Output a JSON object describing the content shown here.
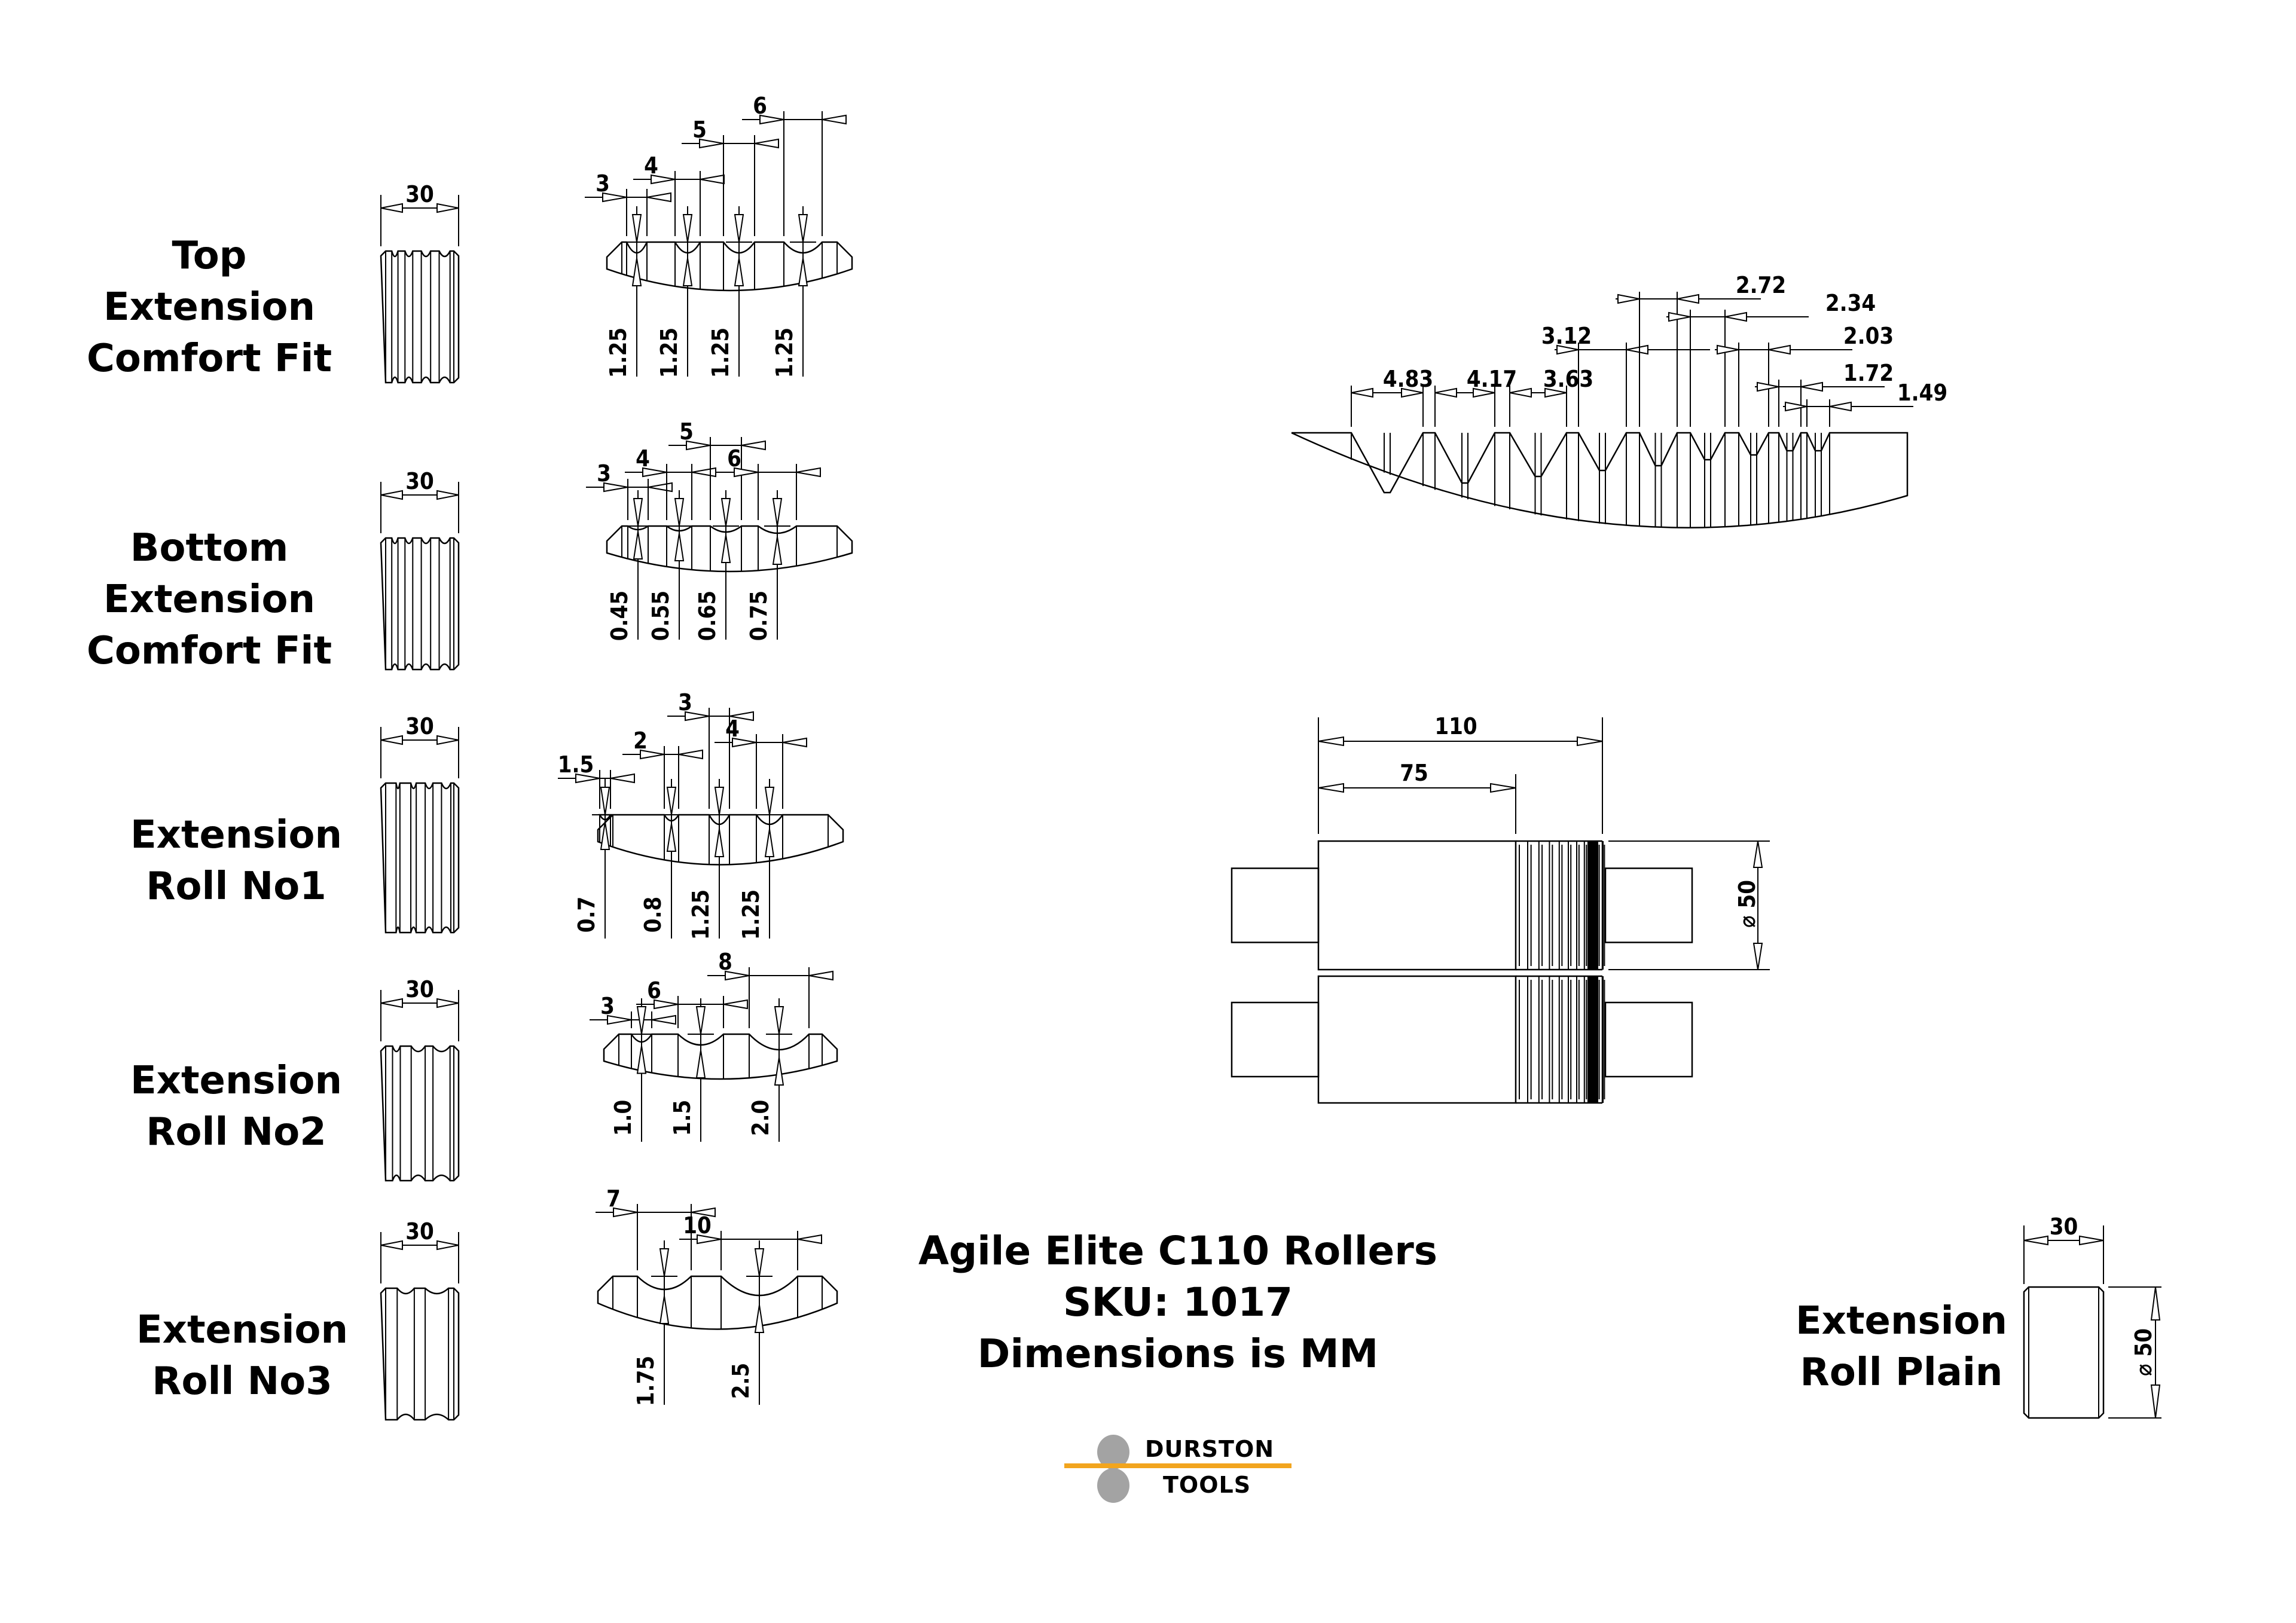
{
  "drawing": {
    "title_lines": [
      "Agile Elite C110 Rollers",
      "SKU: 1017",
      "Dimensions is MM"
    ],
    "logo": {
      "top_text": "DURSTON",
      "bottom_text": "TOOLS",
      "accent_color": "#f2a51e",
      "circle_color": "#a3a3a3"
    },
    "units": "mm"
  },
  "rolls": [
    {
      "id": "top-extension-comfort-fit",
      "label_lines": [
        "Top",
        "Extension",
        "Comfort Fit"
      ],
      "width_dim": "30",
      "groove_widths": [
        "3",
        "4",
        "5",
        "6"
      ],
      "groove_depths": [
        "1.25",
        "1.25",
        "1.25",
        "1.25"
      ]
    },
    {
      "id": "bottom-extension-comfort-fit",
      "label_lines": [
        "Bottom",
        "Extension",
        "Comfort Fit"
      ],
      "width_dim": "30",
      "groove_widths": [
        "3",
        "4",
        "5",
        "6"
      ],
      "groove_depths": [
        "0.45",
        "0.55",
        "0.65",
        "0.75"
      ]
    },
    {
      "id": "extension-roll-no1",
      "label_lines": [
        "Extension",
        "Roll No1"
      ],
      "width_dim": "30",
      "groove_widths": [
        "1.5",
        "2",
        "3",
        "4"
      ],
      "groove_depths": [
        "0.7",
        "0.8",
        "1.25",
        "1.25"
      ]
    },
    {
      "id": "extension-roll-no2",
      "label_lines": [
        "Extension",
        "Roll No2"
      ],
      "width_dim": "30",
      "groove_widths": [
        "3",
        "6",
        "8"
      ],
      "groove_depths": [
        "1.0",
        "1.5",
        "2.0"
      ]
    },
    {
      "id": "extension-roll-no3",
      "label_lines": [
        "Extension",
        "Roll No3"
      ],
      "width_dim": "30",
      "groove_widths": [
        "7",
        "10"
      ],
      "groove_depths": [
        "1.75",
        "2.5"
      ]
    }
  ],
  "plain_roll": {
    "label_lines": [
      "Extension",
      "Roll Plain"
    ],
    "width_dim": "30",
    "diameter_dim": "⌀ 50"
  },
  "main_roller": {
    "overall_length": "110",
    "plain_length": "75",
    "diameter_dim": "⌀ 50",
    "profile_groove_widths": [
      "4.83",
      "4.17",
      "3.63",
      "3.12",
      "2.72",
      "2.34",
      "2.03",
      "1.72",
      "1.49"
    ]
  }
}
